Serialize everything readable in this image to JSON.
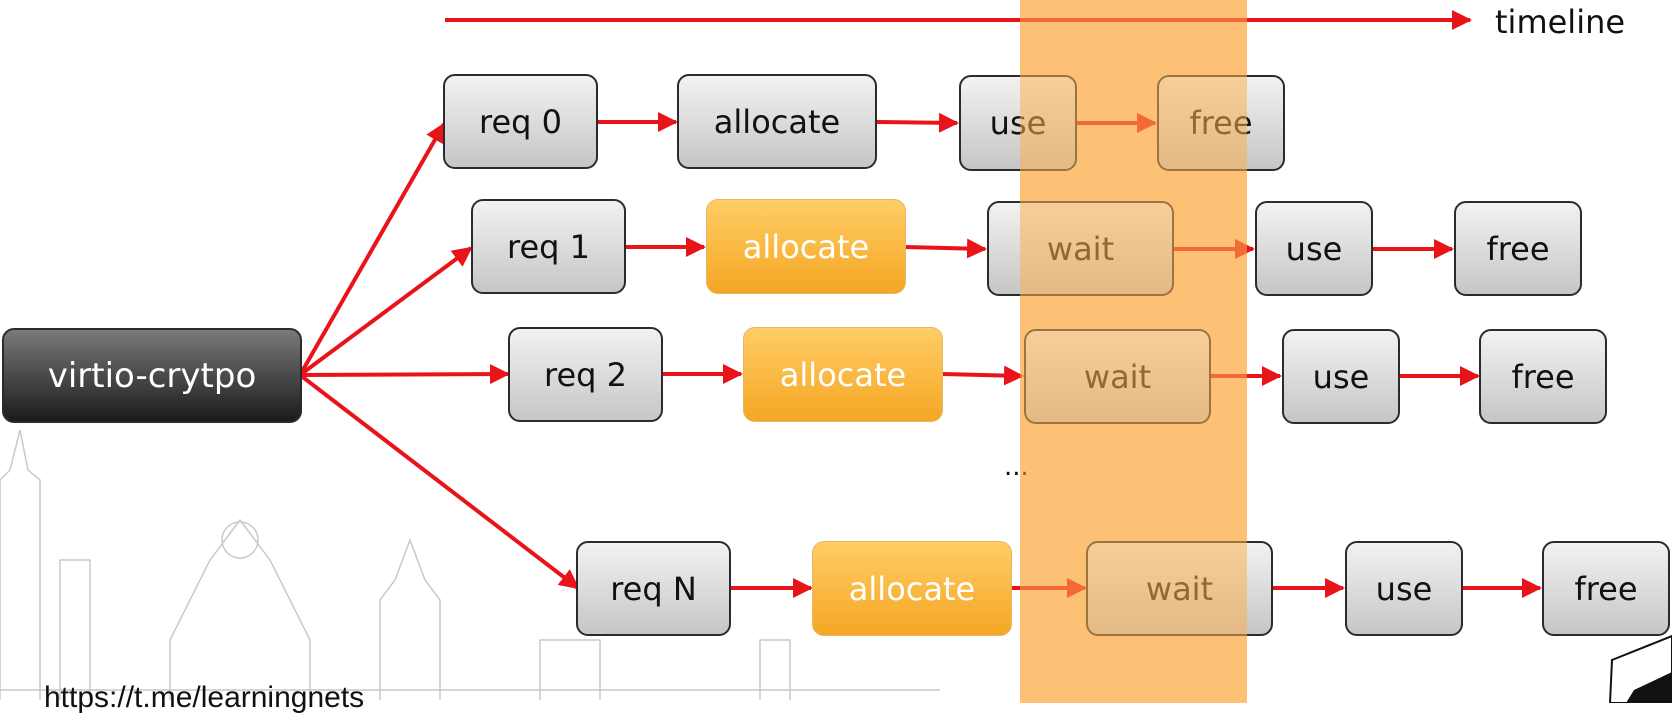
{
  "timeline_label": "timeline",
  "source": "virtio-crytpo",
  "ellipsis": "...",
  "url": "https://t.me/learningnets",
  "colors": {
    "arrow": "#e8141a",
    "highlight": "#fcb050",
    "orange_box": "#f5a623",
    "gray_box": "#d9d9d9"
  },
  "rows": [
    {
      "req": "req 0",
      "steps": [
        "allocate",
        "use",
        "free"
      ]
    },
    {
      "req": "req 1",
      "steps": [
        "allocate",
        "wait",
        "use",
        "free"
      ]
    },
    {
      "req": "req 2",
      "steps": [
        "allocate",
        "wait",
        "use",
        "free"
      ]
    },
    {
      "req": "req N",
      "steps": [
        "allocate",
        "wait",
        "use",
        "free"
      ]
    }
  ]
}
